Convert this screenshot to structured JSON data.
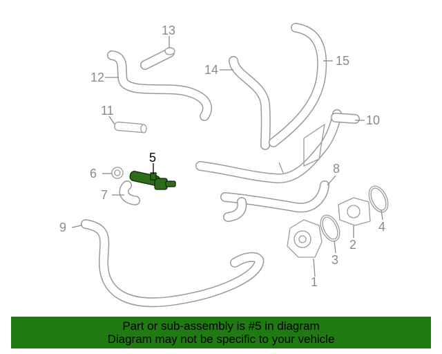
{
  "callouts": [
    {
      "id": "13",
      "label": "13",
      "highlighted": false
    },
    {
      "id": "12",
      "label": "12",
      "highlighted": false
    },
    {
      "id": "14",
      "label": "14",
      "highlighted": false
    },
    {
      "id": "15",
      "label": "15",
      "highlighted": false
    },
    {
      "id": "11",
      "label": "11",
      "highlighted": false
    },
    {
      "id": "10",
      "label": "10",
      "highlighted": false
    },
    {
      "id": "5",
      "label": "5",
      "highlighted": true
    },
    {
      "id": "6",
      "label": "6",
      "highlighted": false
    },
    {
      "id": "7",
      "label": "7",
      "highlighted": false
    },
    {
      "id": "8",
      "label": "8",
      "highlighted": false
    },
    {
      "id": "9",
      "label": "9",
      "highlighted": false
    },
    {
      "id": "4",
      "label": "4",
      "highlighted": false
    },
    {
      "id": "2",
      "label": "2",
      "highlighted": false
    },
    {
      "id": "3",
      "label": "3",
      "highlighted": false
    },
    {
      "id": "1",
      "label": "1",
      "highlighted": false
    }
  ],
  "banner": {
    "line1": "Part or sub-assembly is #5 in diagram",
    "line2": "Diagram may not be specific to your vehicle"
  },
  "colors": {
    "banner_bg": "#1f7a12",
    "highlight_part": "#2e6b1a",
    "line_art": "#9a9a9a"
  }
}
